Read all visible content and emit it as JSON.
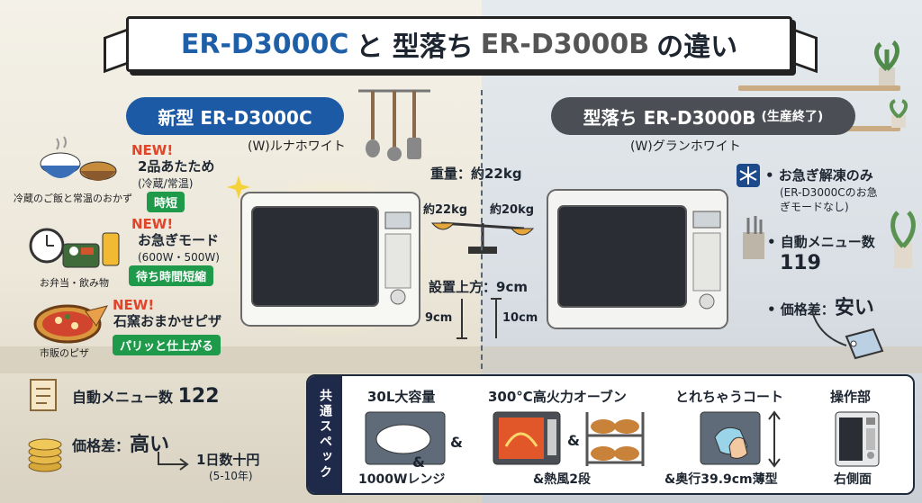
{
  "title": {
    "part1": "ER-D3000C",
    "part2": "と 型落ち",
    "part3": "ER-D3000B",
    "part4": "の違い"
  },
  "new_model": {
    "badge": "新型 ER-D3000C",
    "color": "(W)ルナホワイト",
    "features": [
      {
        "new": "NEW!",
        "title": "2品あたため",
        "sub": "(冷蔵/常温)",
        "tag": "時短",
        "caption": "冷蔵のご飯と常温のおかず"
      },
      {
        "new": "NEW!",
        "title": "お急ぎモード",
        "sub": "(600W・500W)",
        "tag": "待ち時間短縮",
        "caption": "お弁当・飲み物"
      },
      {
        "new": "NEW!",
        "title": "石窯おまかせピザ",
        "sub": "",
        "tag": "パリッと仕上がる",
        "caption": "市販のピザ"
      }
    ],
    "auto_menu_label": "自動メニュー数",
    "auto_menu_value": "122",
    "price_label": "価格差：",
    "price_value": "高い",
    "price_note": "1日数十円",
    "price_note_sub": "(5-10年)"
  },
  "old_model": {
    "badge": "型落ち ER-D3000B",
    "badge_note": "(生産終了)",
    "color": "(W)グランホワイト",
    "thaw_title": "• お急ぎ解凍のみ",
    "thaw_sub": "(ER-D3000Cのお急ぎモードなし)",
    "auto_menu_label": "• 自動メニュー数",
    "auto_menu_value": "119",
    "price_label": "• 価格差：",
    "price_value": "安い"
  },
  "middle": {
    "weight": "重量：約22kg",
    "weight_left": "約22kg",
    "weight_right": "約20kg",
    "clearance_top": "設置上方：9cm",
    "clearance_left": "9cm",
    "clearance_right": "10cm"
  },
  "specs": {
    "label": "共通スペック",
    "items": [
      {
        "head": "30L大容量",
        "foot": "1000Wレンジ",
        "amp": "&"
      },
      {
        "head": "300°C高火力オーブン",
        "foot": "&熱風2段",
        "amp": "&"
      },
      {
        "head": "とれちゃうコート",
        "foot": "&奥行39.9cm薄型",
        "amp": ""
      },
      {
        "head": "操作部",
        "foot": "右側面",
        "amp": ""
      }
    ]
  },
  "colors": {
    "accent_blue": "#1d5aa6",
    "accent_gray": "#4b4f55",
    "new_red": "#e0452a",
    "tag_green": "#1f9a4a"
  }
}
